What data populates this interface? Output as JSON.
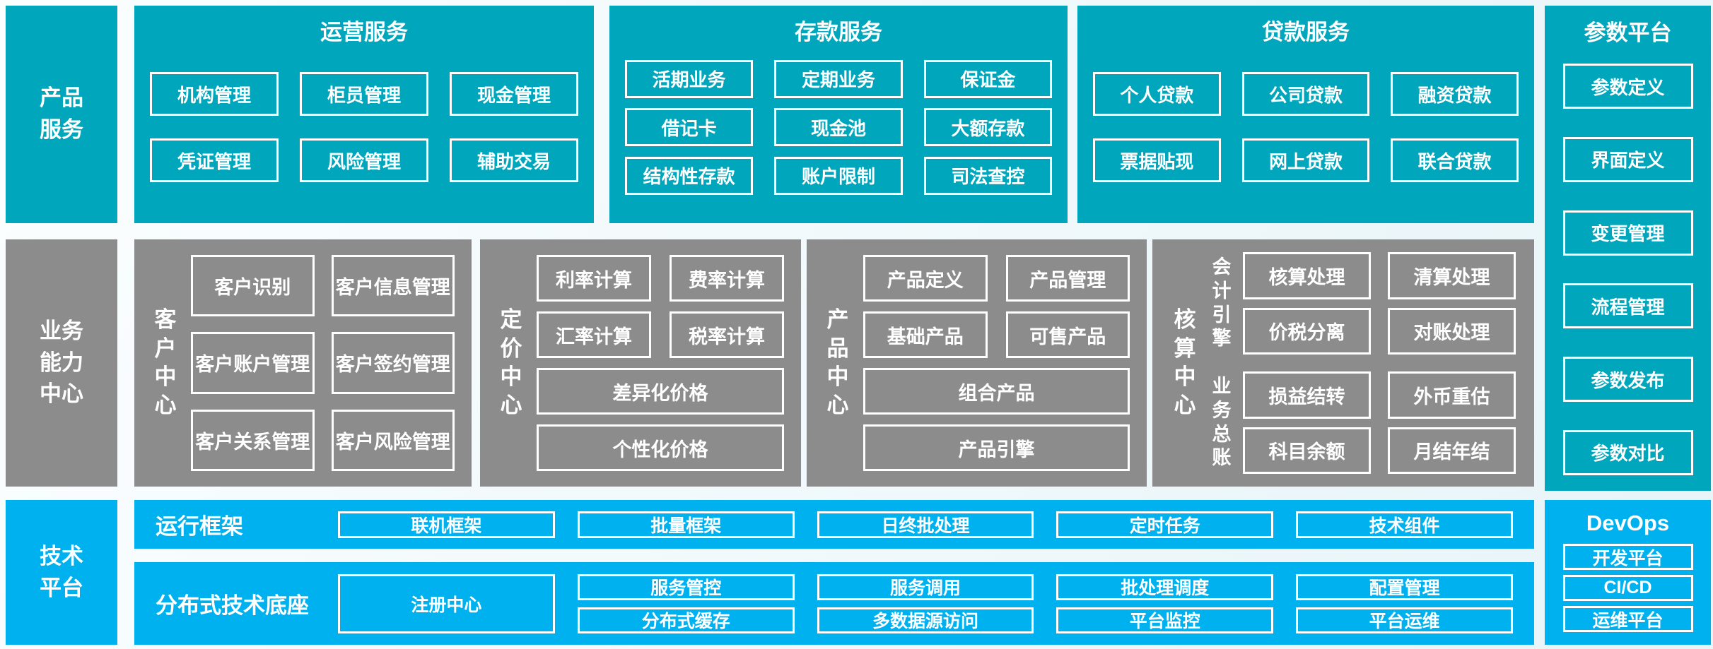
{
  "palette": {
    "teal": "#00a7bc",
    "gray": "#8c8c8c",
    "blue": "#00b1f0",
    "bg_light": "#fbfeff",
    "bg_tint": "#e7f4f8",
    "box_border": "#ffffff",
    "text": "#ffffff"
  },
  "left_rail": {
    "product": "产品\n服务",
    "capability": "业务\n能力\n中心",
    "tech": "技术\n平台"
  },
  "top_sections": [
    {
      "title": "运营服务",
      "rows": [
        [
          "机构管理",
          "柜员管理",
          "现金管理"
        ],
        [
          "凭证管理",
          "风险管理",
          "辅助交易"
        ]
      ]
    },
    {
      "title": "存款服务",
      "rows": [
        [
          "活期业务",
          "定期业务",
          "保证金"
        ],
        [
          "借记卡",
          "现金池",
          "大额存款"
        ],
        [
          "结构性存款",
          "账户限制",
          "司法查控"
        ]
      ]
    },
    {
      "title": "贷款服务",
      "rows": [
        [
          "个人贷款",
          "公司贷款",
          "融资贷款"
        ],
        [
          "票据贴现",
          "网上贷款",
          "联合贷款"
        ]
      ]
    }
  ],
  "parameter_platform": {
    "title": "参数平台",
    "items": [
      "参数定义",
      "界面定义",
      "变更管理",
      "流程管理",
      "参数发布",
      "参数对比"
    ]
  },
  "capability_sections": [
    {
      "label": "客户中心",
      "boxes": [
        [
          "客户识别",
          "客户信息管理"
        ],
        [
          "客户账户管理",
          "客户签约管理"
        ],
        [
          "客户关系管理",
          "客户风险管理"
        ]
      ]
    },
    {
      "label": "定价中心",
      "grid": [
        [
          "利率计算",
          "费率计算"
        ],
        [
          "汇率计算",
          "税率计算"
        ]
      ],
      "bars": [
        "差异化价格",
        "个性化价格"
      ]
    },
    {
      "label": "产品中心",
      "grid": [
        [
          "产品定义",
          "产品管理"
        ],
        [
          "基础产品",
          "可售产品"
        ]
      ],
      "bars": [
        "组合产品",
        "产品引擎"
      ]
    },
    {
      "label": "核算中心",
      "groups": [
        {
          "label": "会计引擎",
          "grid": [
            [
              "核算处理",
              "清算处理"
            ],
            [
              "价税分离",
              "对账处理"
            ]
          ]
        },
        {
          "label": "业务总账",
          "grid": [
            [
              "损益结转",
              "外币重估"
            ],
            [
              "科目余额",
              "月结年结"
            ]
          ]
        }
      ]
    }
  ],
  "runtime_row": {
    "label": "运行框架",
    "items": [
      "联机框架",
      "批量框架",
      "日终批处理",
      "定时任务",
      "技术组件"
    ]
  },
  "distributed_row": {
    "label": "分布式技术底座",
    "registry": "注册中心",
    "pairs": [
      [
        "服务管控",
        "分布式缓存"
      ],
      [
        "服务调用",
        "多数据源访问"
      ],
      [
        "批处理调度",
        "平台监控"
      ],
      [
        "配置管理",
        "平台运维"
      ]
    ]
  },
  "devops": {
    "title": "DevOps",
    "items": [
      "开发平台",
      "CI/CD",
      "运维平台"
    ]
  }
}
